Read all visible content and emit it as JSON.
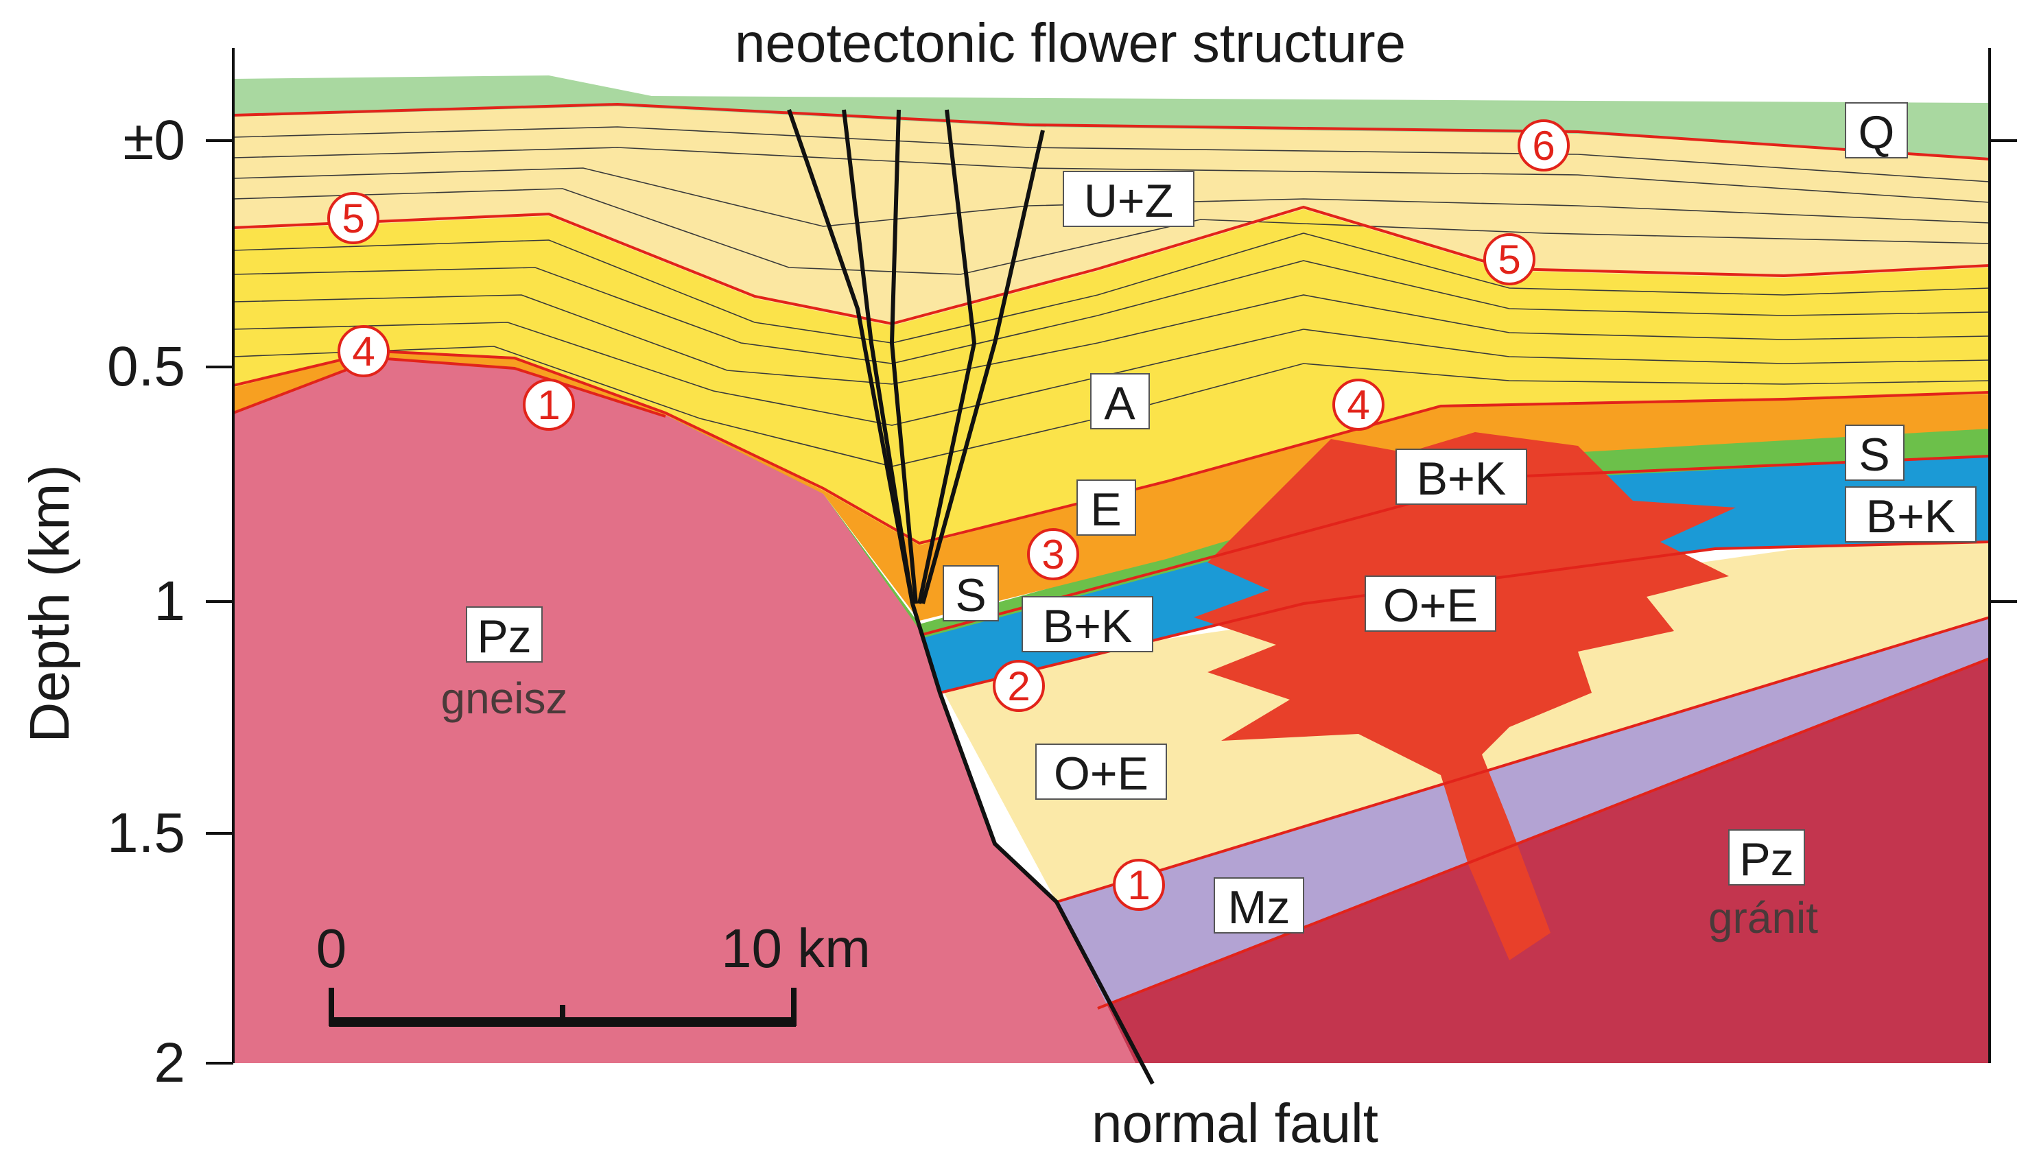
{
  "title": "neotectonic flower structure",
  "fault_label": "normal fault",
  "axis": {
    "ylabel": "Depth (km)",
    "ticks": [
      "±0",
      "0.5",
      "1",
      "1.5",
      "2"
    ]
  },
  "scale_bar": {
    "start": "0",
    "end": "10 km"
  },
  "units": {
    "Q": "Q",
    "UZ": "U+Z",
    "A": "A",
    "E": "E",
    "S_left": "S",
    "S_right": "S",
    "BK_left": "B+K",
    "BK_mid": "B+K",
    "BK_right": "B+K",
    "OE_mid": "O+E",
    "OE_left": "O+E",
    "Mz": "Mz",
    "Pz_left": "Pz",
    "Pz_right": "Pz"
  },
  "lithology": {
    "left": "gneisz",
    "right": "gránit"
  },
  "unconformities": [
    "1",
    "2",
    "3",
    "4",
    "5",
    "6"
  ],
  "colors": {
    "quaternary": "#a9d8a0",
    "upper": "#fbe7a1",
    "yellow": "#fbe34a",
    "orange": "#f7a021",
    "green": "#6cc04a",
    "blue": "#1b9ad6",
    "volcanic": "#e8402a",
    "sand": "#fbe9a8",
    "mesozoic": "#b3a3d3",
    "gneiss": "#e27088",
    "granite": "#c3354e",
    "red_line": "#e2231a"
  }
}
